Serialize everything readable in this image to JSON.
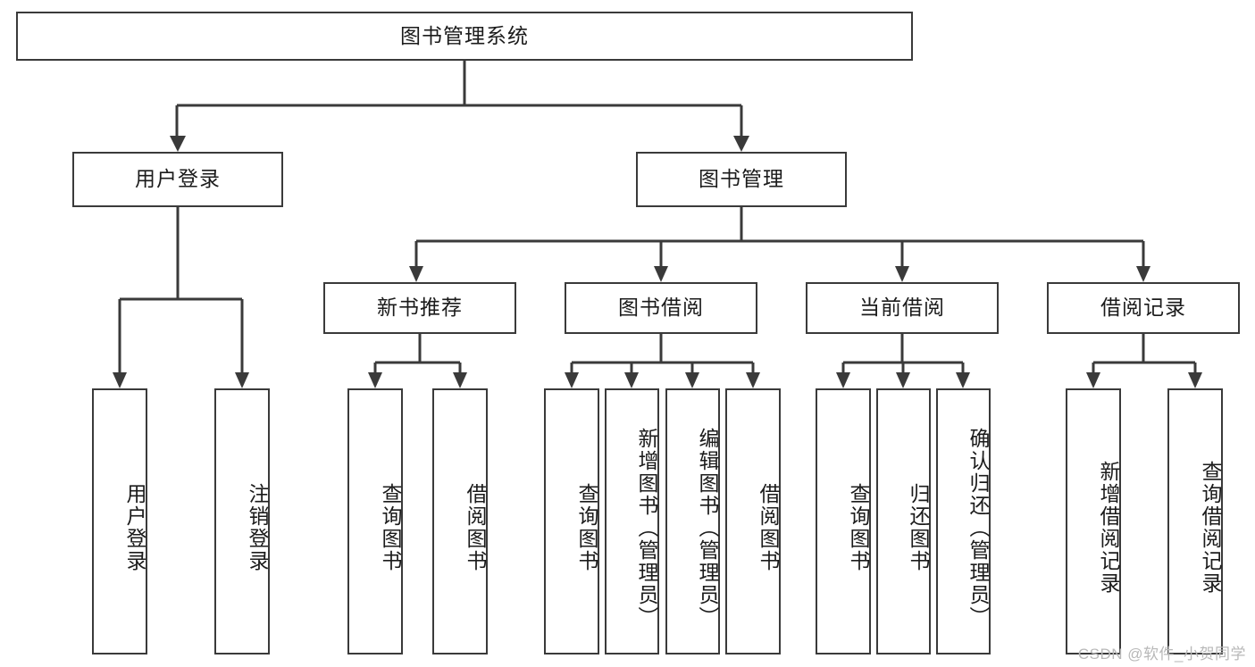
{
  "diagram": {
    "title": "图书管理系统",
    "type": "tree",
    "watermark": "CSDN @软件_小贺同学",
    "colors": {
      "box_border": "#3a3a3a",
      "box_fill": "#ffffff",
      "line": "#3a3a3a",
      "text": "#1b1b1b",
      "watermark": "#b8b8b8",
      "background": "#ffffff"
    },
    "nodes": {
      "root": {
        "label": "图书管理系统",
        "level": 1,
        "orientation": "horizontal"
      },
      "l2": [
        {
          "id": "user-login",
          "label": "用户登录",
          "orientation": "horizontal"
        },
        {
          "id": "book-manage",
          "label": "图书管理",
          "orientation": "horizontal"
        }
      ],
      "l3": [
        {
          "id": "new-book-recommend",
          "label": "新书推荐",
          "orientation": "horizontal",
          "parent": "book-manage"
        },
        {
          "id": "book-borrow",
          "label": "图书借阅",
          "orientation": "horizontal",
          "parent": "book-manage"
        },
        {
          "id": "current-borrow",
          "label": "当前借阅",
          "orientation": "horizontal",
          "parent": "book-manage"
        },
        {
          "id": "borrow-record",
          "label": "借阅记录",
          "orientation": "horizontal",
          "parent": "book-manage"
        }
      ],
      "leaves": [
        {
          "id": "leaf-user-login",
          "label": "用户登录",
          "parent": "user-login",
          "orientation": "vertical"
        },
        {
          "id": "leaf-logout-login",
          "label": "注销登录",
          "parent": "user-login",
          "orientation": "vertical"
        },
        {
          "id": "leaf-query-book-1",
          "label": "查询图书",
          "parent": "new-book-recommend",
          "orientation": "vertical"
        },
        {
          "id": "leaf-borrow-book-1",
          "label": "借阅图书",
          "parent": "new-book-recommend",
          "orientation": "vertical"
        },
        {
          "id": "leaf-query-book-2",
          "label": "查询图书",
          "parent": "book-borrow",
          "orientation": "vertical"
        },
        {
          "id": "leaf-add-book",
          "label": "新增图书（管理员）",
          "parent": "book-borrow",
          "orientation": "vertical"
        },
        {
          "id": "leaf-edit-book",
          "label": "编辑图书（管理员）",
          "parent": "book-borrow",
          "orientation": "vertical"
        },
        {
          "id": "leaf-borrow-book-2",
          "label": "借阅图书",
          "parent": "book-borrow",
          "orientation": "vertical"
        },
        {
          "id": "leaf-query-book-3",
          "label": "查询图书",
          "parent": "current-borrow",
          "orientation": "vertical"
        },
        {
          "id": "leaf-return-book",
          "label": "归还图书",
          "parent": "current-borrow",
          "orientation": "vertical"
        },
        {
          "id": "leaf-confirm-return",
          "label": "确认归还（管理员）",
          "parent": "current-borrow",
          "orientation": "vertical"
        },
        {
          "id": "leaf-add-record",
          "label": "新增借阅记录",
          "parent": "borrow-record",
          "orientation": "vertical"
        },
        {
          "id": "leaf-query-record",
          "label": "查询借阅记录",
          "parent": "borrow-record",
          "orientation": "vertical"
        }
      ]
    }
  }
}
